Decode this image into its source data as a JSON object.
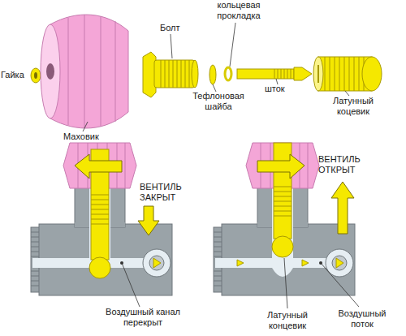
{
  "diagram": {
    "labels": [
      "Болт",
      "кольцевая прокладка",
      "Гайка",
      "Тефлоновая шайба",
      "шток",
      "Латунный коцевик",
      "Маховик",
      "ВЕНТИЛЬ ЗАКРЫТ",
      "ВЕНТИЛЬ ОТКРЫТ",
      "Воздушный канал перекрыт",
      "Латунный концевик",
      "Воздушный поток"
    ]
  }
}
